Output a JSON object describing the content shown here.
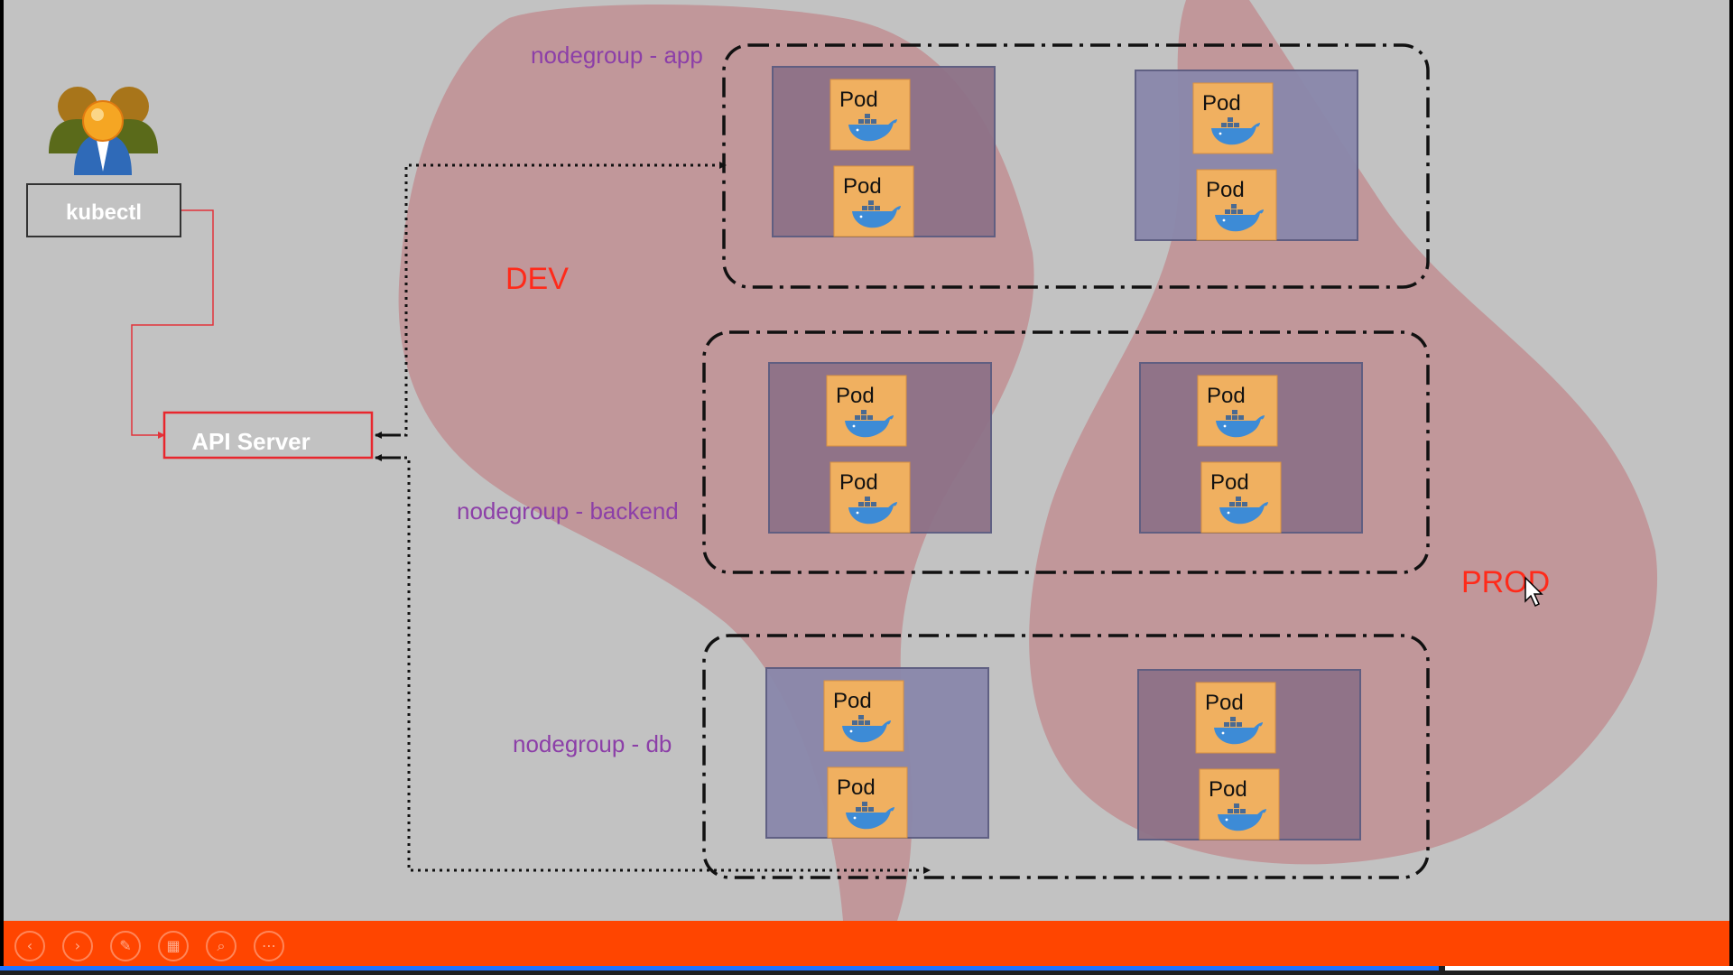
{
  "diagram": {
    "user_label": "kubectl",
    "api_server_label": "API Server",
    "dev_label": "DEV",
    "prod_label": "PROD",
    "pod_label": "Pod",
    "nodegroups": [
      {
        "label": "nodegroup - app",
        "nodes": [
          {
            "color": "#8e7288"
          },
          {
            "color": "#8a88ab"
          }
        ]
      },
      {
        "label": "nodegroup - backend",
        "nodes": [
          {
            "color": "#8e7288"
          },
          {
            "color": "#8e7288"
          }
        ]
      },
      {
        "label": "nodegroup - db",
        "nodes": [
          {
            "color": "#8a88ab"
          },
          {
            "color": "#8e7288"
          }
        ]
      }
    ]
  },
  "colors": {
    "background": "#c2c2c2",
    "dev_prod_zone": "#c0868a",
    "env_label": "#ff2a1a",
    "nodegroup_label": "#8c3fa8",
    "pod_box": "#f0b060",
    "api_server_border": "#e8262d",
    "connector": "#e2333a",
    "toolbar": "#ff4500",
    "progress": "#1e73ff"
  },
  "toolbar": {
    "buttons": [
      {
        "name": "previous-slide-button",
        "icon": "‹"
      },
      {
        "name": "next-slide-button",
        "icon": "›"
      },
      {
        "name": "pen-button",
        "icon": "✎"
      },
      {
        "name": "slides-button",
        "icon": "▦"
      },
      {
        "name": "zoom-button",
        "icon": "⌕"
      },
      {
        "name": "more-options-button",
        "icon": "⋯"
      }
    ],
    "progress": 0.83
  }
}
